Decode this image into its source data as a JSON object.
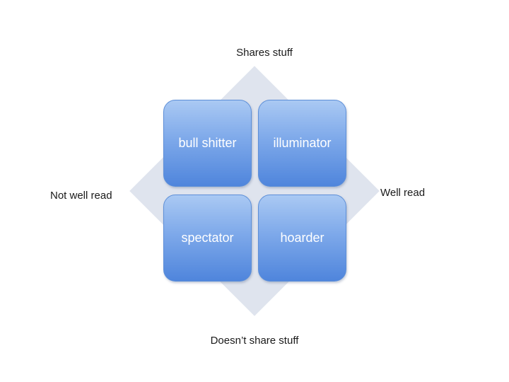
{
  "axes": {
    "top": "Shares stuff",
    "bottom": "Doesn’t share stuff",
    "left": "Not well read",
    "right": "Well read"
  },
  "quadrants": {
    "top_left": "bull shitter",
    "top_right": "illuminator",
    "bottom_left": "spectator",
    "bottom_right": "hoarder"
  },
  "colors": {
    "quadrant_fill": "#7ea9ea",
    "diamond_fill": "#dfe4ee",
    "quadrant_text": "#ffffff"
  }
}
